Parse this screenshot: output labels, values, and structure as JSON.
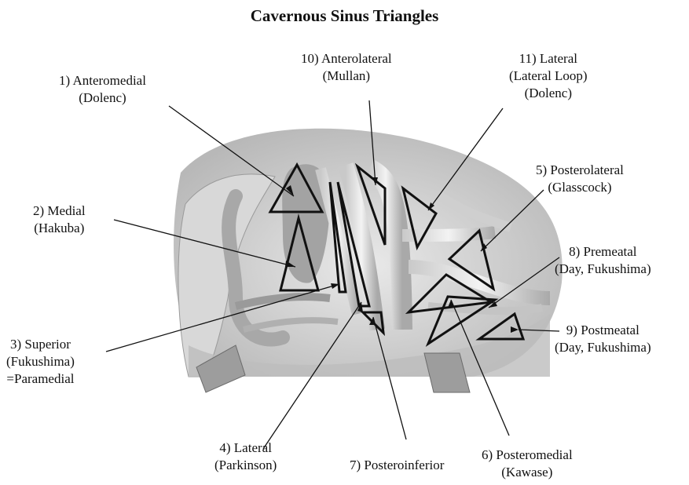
{
  "title": "Cavernous Sinus Triangles",
  "labels": {
    "l1": [
      "1) Anteromedial",
      "(Dolenc)"
    ],
    "l2": [
      "2) Medial",
      "(Hakuba)"
    ],
    "l3": [
      "3) Superior",
      "(Fukushima)",
      "=Paramedial"
    ],
    "l4": [
      "4) Lateral",
      "(Parkinson)"
    ],
    "l5": [
      "5) Posterolateral",
      "(Glasscock)"
    ],
    "l6": [
      "6) Posteromedial",
      "(Kawase)"
    ],
    "l7": [
      "7) Posteroinferior"
    ],
    "l8": [
      "8) Premeatal",
      "(Day, Fukushima)"
    ],
    "l9": [
      "9) Postmeatal",
      "(Day, Fukushima)"
    ],
    "l10": [
      "10) Anterolateral",
      "(Mullan)"
    ],
    "l11": [
      "11) Lateral",
      "(Lateral Loop)",
      "(Dolenc)"
    ]
  },
  "colors": {
    "outline": "#111111",
    "tissue": "#cfcfcf",
    "shadow": "#8a8a8a"
  }
}
